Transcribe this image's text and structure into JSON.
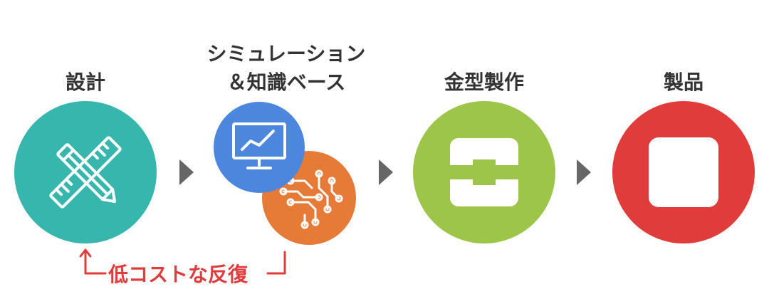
{
  "stages": [
    {
      "label": "設計",
      "color": "#37b6ad",
      "icon": "ruler-pencil-icon"
    },
    {
      "label_line1": "シミュレーション",
      "label_line2": "＆知識ベース",
      "colors": [
        "#4c86dd",
        "#e67a37"
      ],
      "icons": [
        "monitor-chart-icon",
        "circuit-brain-icon"
      ]
    },
    {
      "label": "金型製作",
      "color": "#9dc54a",
      "icon": "mold-icon"
    },
    {
      "label": "製品",
      "color": "#e03c3c",
      "icon": "product-square-icon"
    }
  ],
  "flow_arrow_color": "#666666",
  "iteration": {
    "label": "低コストな反復",
    "color": "#e03c3c"
  }
}
